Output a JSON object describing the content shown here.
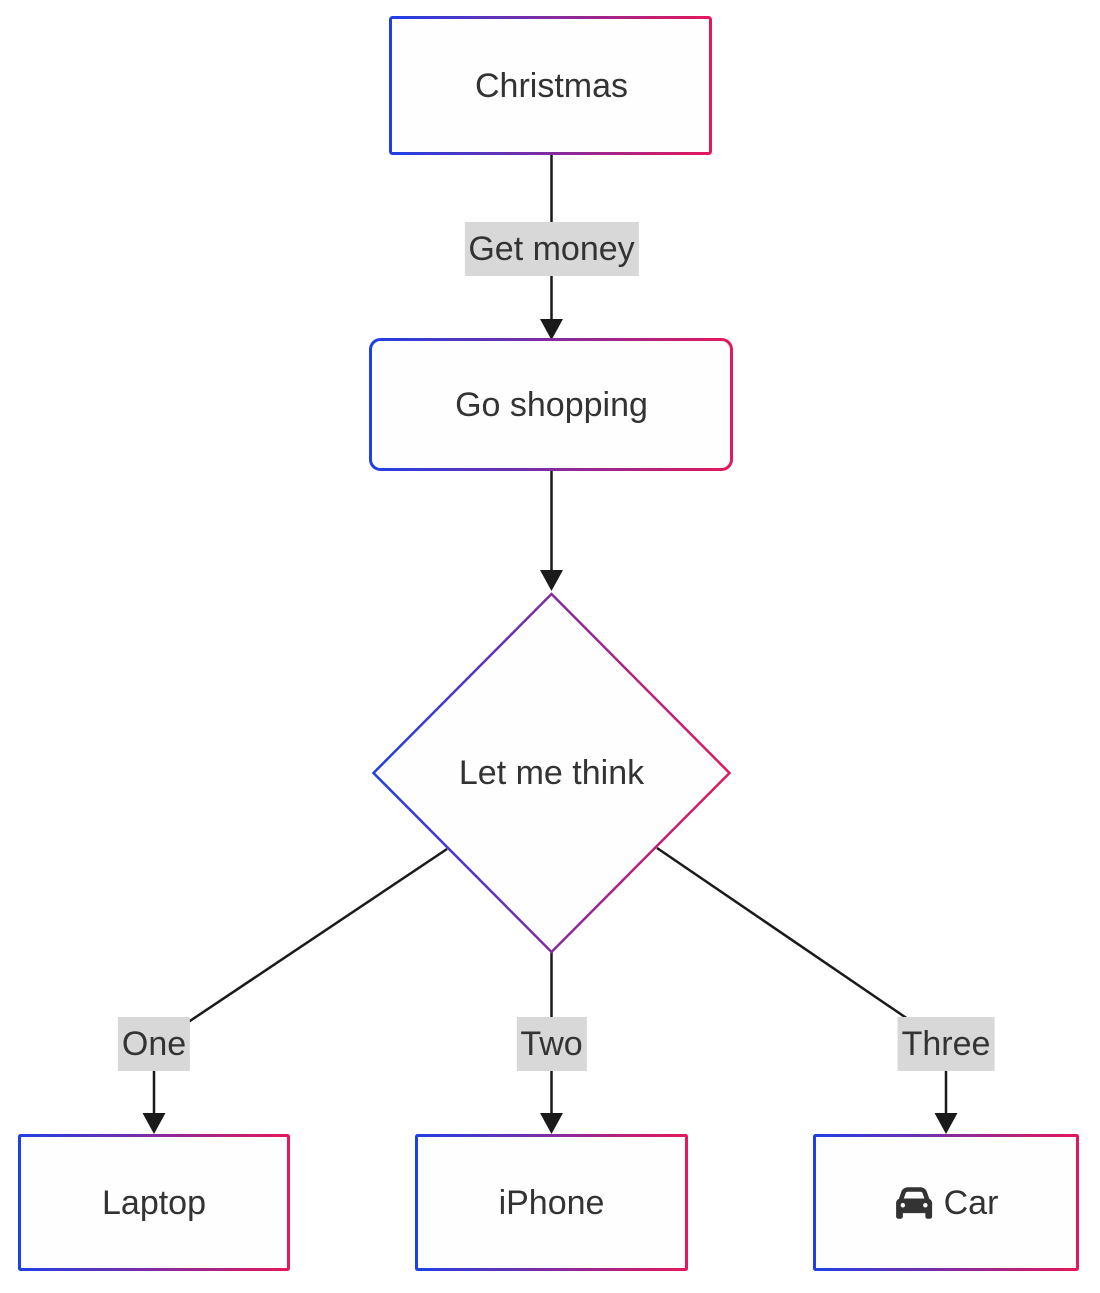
{
  "diagram": {
    "type": "flowchart",
    "direction": "top-down",
    "nodes": [
      {
        "id": "christmas",
        "label": "Christmas",
        "shape": "rectangle"
      },
      {
        "id": "go-shopping",
        "label": "Go shopping",
        "shape": "rounded-rectangle"
      },
      {
        "id": "decision",
        "label": "Let me think",
        "shape": "diamond"
      },
      {
        "id": "laptop",
        "label": "Laptop",
        "shape": "rectangle"
      },
      {
        "id": "iphone",
        "label": "iPhone",
        "shape": "rectangle"
      },
      {
        "id": "car",
        "label": "Car",
        "shape": "rectangle",
        "icon": "car-icon"
      }
    ],
    "edges": [
      {
        "from": "christmas",
        "to": "go-shopping",
        "label": "Get money"
      },
      {
        "from": "go-shopping",
        "to": "decision",
        "label": ""
      },
      {
        "from": "decision",
        "to": "laptop",
        "label": "One"
      },
      {
        "from": "decision",
        "to": "iphone",
        "label": "Two"
      },
      {
        "from": "decision",
        "to": "car",
        "label": "Three"
      }
    ],
    "colors": {
      "border_gradient_start": "#1f40e6",
      "border_gradient_end": "#e4185c",
      "node_fill": "#fefefe",
      "text": "#333333",
      "edge_line": "#1a1a1a",
      "edge_label_bg": "#d8d8d8",
      "background": "#ffffff"
    }
  }
}
